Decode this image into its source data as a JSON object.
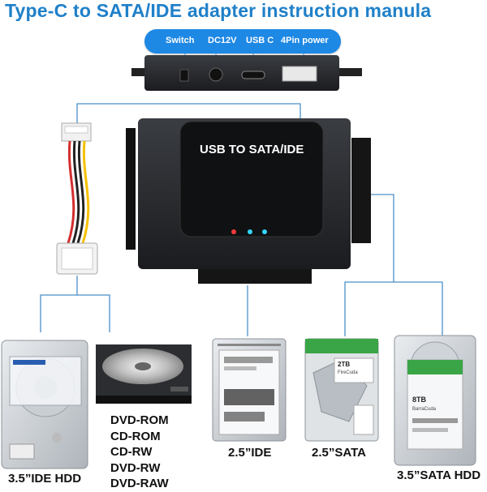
{
  "title": "Type-C to SATA/IDE adapter instruction manula",
  "ports": {
    "switch": "Switch",
    "dc12v": "DC12V",
    "usbc": "USB C",
    "power4pin": "4Pin power"
  },
  "device_label": "USB TO SATA/IDE",
  "drives": {
    "ide35": "3.5”IDE HDD",
    "optical": [
      "DVD-ROM",
      "CD-ROM",
      "CD-RW",
      "DVD-RW",
      "DVD-RAW"
    ],
    "ide25": "2.5”IDE",
    "sata25": "2.5”SATA",
    "sata35": "3.5”SATA HDD"
  },
  "disk_labels": {
    "barracuda_cap": "8TB",
    "barracuda_name": "BarraCuda",
    "firecuda_cap": "2TB",
    "firecuda_name": "FireCuda"
  },
  "colors": {
    "title": "#1f80c9",
    "accent_blue": "#1e88e5",
    "connector_line": "#4a90c8",
    "seagate_green": "#3aa546"
  }
}
